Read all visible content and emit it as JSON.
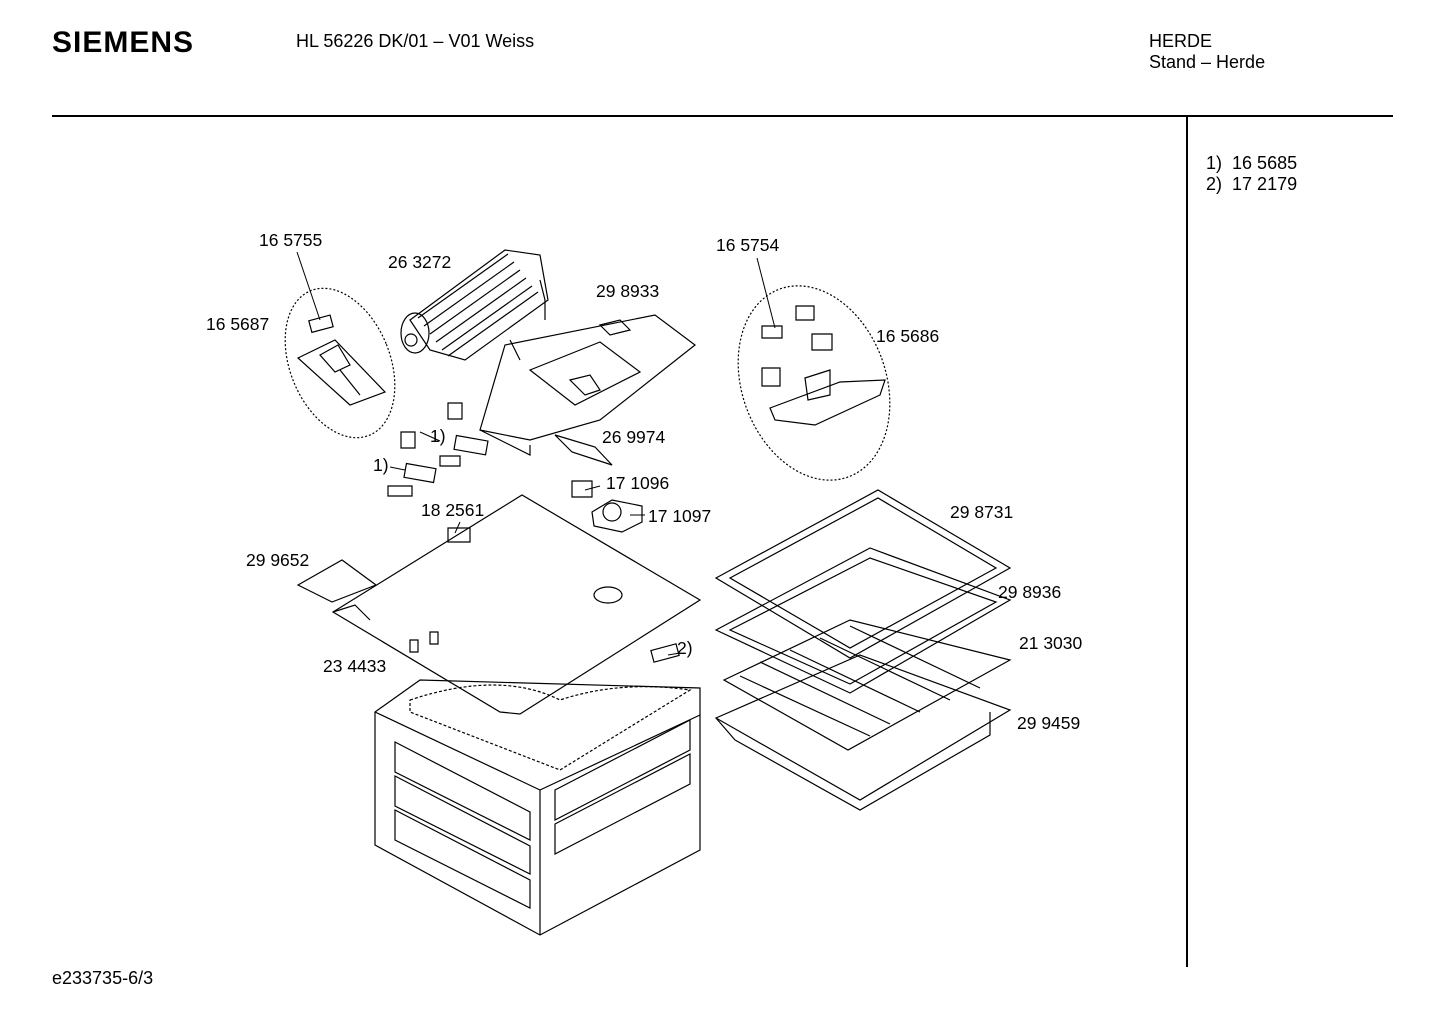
{
  "header": {
    "brand": "SIEMENS",
    "model": "HL 56226 DK/01 – V01 Weiss",
    "category": "HERDE",
    "subcategory": "Stand – Herde"
  },
  "notes": [
    {
      "marker": "1)",
      "part": "16 5685"
    },
    {
      "marker": "2)",
      "part": "17 2179"
    }
  ],
  "part_labels": {
    "p165755": "16 5755",
    "p263272": "26 3272",
    "p165687": "16 5687",
    "p298933": "29 8933",
    "p165754": "16 5754",
    "p165686": "16 5686",
    "p269974": "26 9974",
    "p171096": "17 1096",
    "p171097": "17 1097",
    "p182561": "18 2561",
    "p299652": "29 9652",
    "p234433": "23 4433",
    "p298731": "29 8731",
    "p298936": "29 8936",
    "p213030": "21 3030",
    "p299459": "29 9459",
    "ref1a": "1)",
    "ref1b": "1)",
    "ref2": "2)"
  },
  "footer": {
    "doc_id": "e233735-6/3"
  }
}
